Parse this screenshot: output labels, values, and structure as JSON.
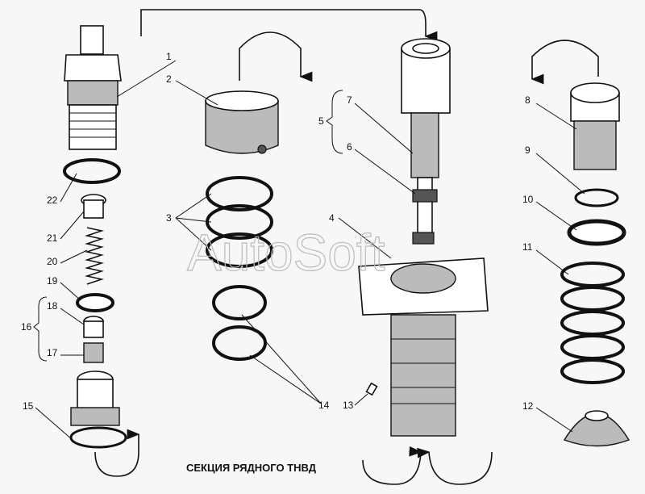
{
  "caption": "СЕКЦИЯ РЯДНОГО ТНВД",
  "watermark": "AutoSoft",
  "labels": {
    "l1": "1",
    "l2": "2",
    "l3": "3",
    "l4": "4",
    "l5": "5",
    "l6": "6",
    "l7": "7",
    "l8": "8",
    "l9": "9",
    "l10": "10",
    "l11": "11",
    "l12": "12",
    "l13": "13",
    "l14": "14",
    "l15": "15",
    "l16": "16",
    "l17": "17",
    "l18": "18",
    "l19": "19",
    "l20": "20",
    "l21": "21",
    "l22": "22"
  }
}
